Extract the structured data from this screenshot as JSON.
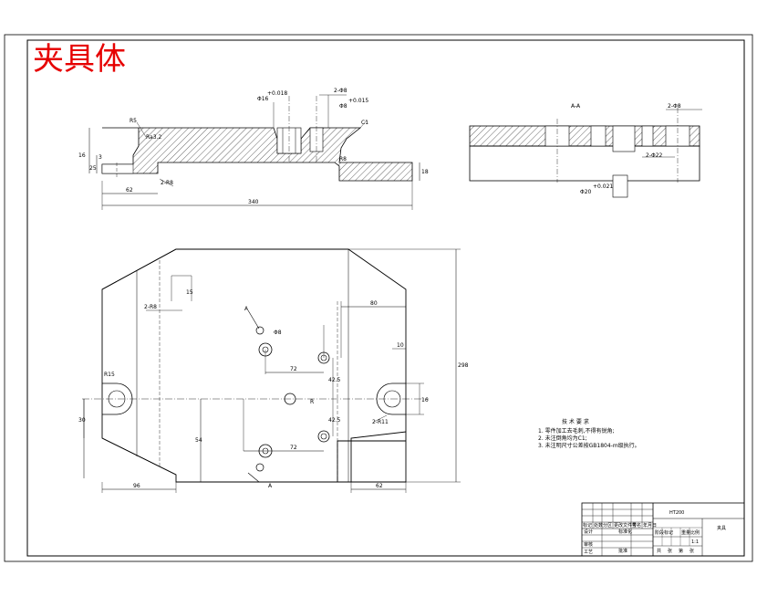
{
  "title": "夹具体",
  "colors": {
    "title": "#e60000",
    "line": "#000000",
    "paper": "#ffffff"
  },
  "front_view": {
    "dims": {
      "d1": "Φ16",
      "d1_tol": "+0.018",
      "d2": "2-Φ8",
      "d3": "Φ8",
      "d3_tol": "+0.015",
      "r1": "R5",
      "ra": "Ra3.2",
      "c1": "C1",
      "h1": "16",
      "h2": "25",
      "h3": "3",
      "w1": "62",
      "w2": "2-R8",
      "width": "340",
      "h4": "18",
      "r2": "R8"
    }
  },
  "side_view": {
    "section_label": "A-A",
    "dims": {
      "hole_top": "2-Φ8",
      "hole_bottom": "2-Φ22",
      "bore": "Φ20",
      "bore_tol": "+0.021"
    }
  },
  "plan_view": {
    "dims": {
      "top_offset": "15",
      "small_w": "2-R8",
      "right_w": "80",
      "tab": "10",
      "horiz1": "72",
      "vert1": "42.5",
      "vert2": "42.5",
      "slot": "16",
      "left_h": "30",
      "bottom_left": "96",
      "bottom_right": "62",
      "mid_h": "54",
      "total_h": "298",
      "horiz2": "72",
      "dia_tag": "Φ8",
      "r_tag": "2-R11",
      "mark_top": "A",
      "mark_bottom": "A",
      "mark_right": "R",
      "mark_r15": "R15"
    }
  },
  "tech_req": {
    "heading": "技 术 要 求",
    "lines": [
      "1. 零件加工去毛刺,不得有锐角;",
      "2. 未注倒角均为C1;",
      "3. 未注明尺寸公差按GB1804-m级执行。"
    ]
  },
  "title_block": {
    "drawing_no": "HT200",
    "part_name": "夹具",
    "header_cells": [
      "标记",
      "处数",
      "分区",
      "更改文件号",
      "签名",
      "年月日"
    ],
    "rows": [
      "设计",
      "审核",
      "工艺"
    ],
    "mid_cells": [
      "标准化",
      "批准"
    ],
    "stage_labels": [
      "阶段标记",
      "重量",
      "比例"
    ],
    "scale": "1:1",
    "sheet_labels": [
      "共",
      "张",
      "第",
      "张"
    ]
  }
}
